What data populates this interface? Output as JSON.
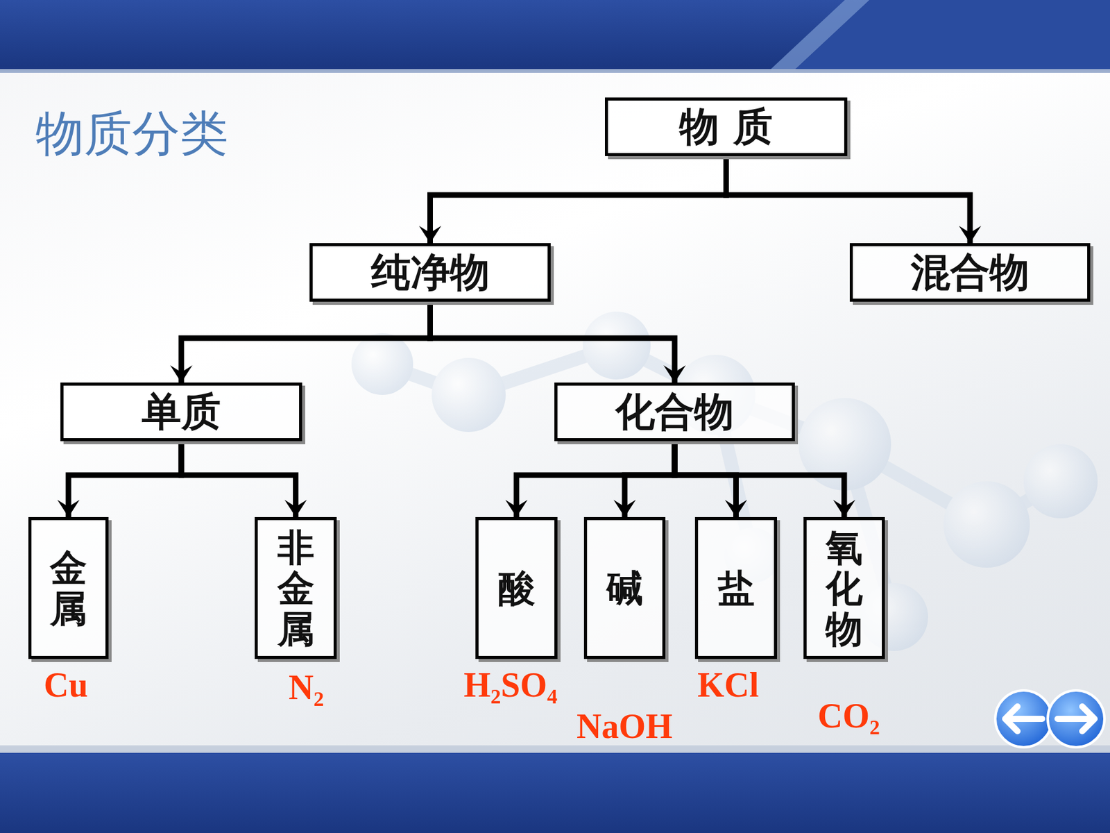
{
  "diagram": {
    "title": "物质分类",
    "nodes": [
      {
        "text": [
          "物 质"
        ]
      },
      {
        "text": [
          "纯净物"
        ]
      },
      {
        "text": [
          "混合物"
        ]
      },
      {
        "text": [
          "单质"
        ]
      },
      {
        "text": [
          "化合物"
        ]
      },
      {
        "text": [
          "金属"
        ]
      },
      {
        "text": [
          "非金属"
        ]
      },
      {
        "text": [
          "酸"
        ]
      },
      {
        "text": [
          "碱"
        ]
      },
      {
        "text": [
          "盐"
        ]
      },
      {
        "text": [
          "氧化物"
        ]
      }
    ],
    "edges": [
      {
        "from": 0,
        "to": 1,
        "arrow": "to"
      },
      {
        "from": 0,
        "to": 2,
        "arrow": "to"
      },
      {
        "from": 1,
        "to": 3,
        "arrow": "to"
      },
      {
        "from": 1,
        "to": 4,
        "arrow": "to"
      },
      {
        "from": 3,
        "to": 5,
        "arrow": "to"
      },
      {
        "from": 3,
        "to": 6,
        "arrow": "to"
      },
      {
        "from": 4,
        "to": 7,
        "arrow": "to"
      },
      {
        "from": 4,
        "to": 8,
        "arrow": "to"
      },
      {
        "from": 4,
        "to": 9,
        "arrow": "to"
      },
      {
        "from": 4,
        "to": 10,
        "arrow": "to"
      }
    ],
    "labels": [
      "Cu",
      "N₂",
      "H₂SO₄",
      "NaOH",
      "KCl",
      "CO₂"
    ]
  }
}
